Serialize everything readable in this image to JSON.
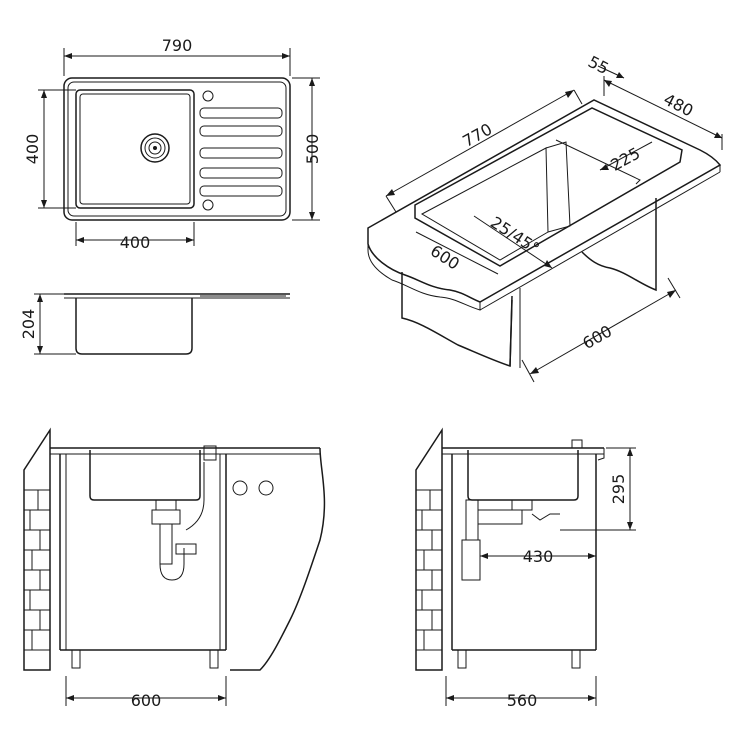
{
  "views": {
    "top_view": {
      "overall_width": "790",
      "overall_depth": "500",
      "bowl_depth": "400",
      "bowl_width": "400"
    },
    "side_view": {
      "height": "204"
    },
    "perspective": {
      "length": "770",
      "top_lip": "55",
      "depth": "480",
      "drainer": "225",
      "radius": "25/45°",
      "cabinet_width": "600",
      "cabinet_depth": "600"
    },
    "front_install": {
      "cabinet_width": "600"
    },
    "side_install": {
      "height": "295",
      "drain_offset": "430",
      "cabinet_depth": "560"
    }
  }
}
